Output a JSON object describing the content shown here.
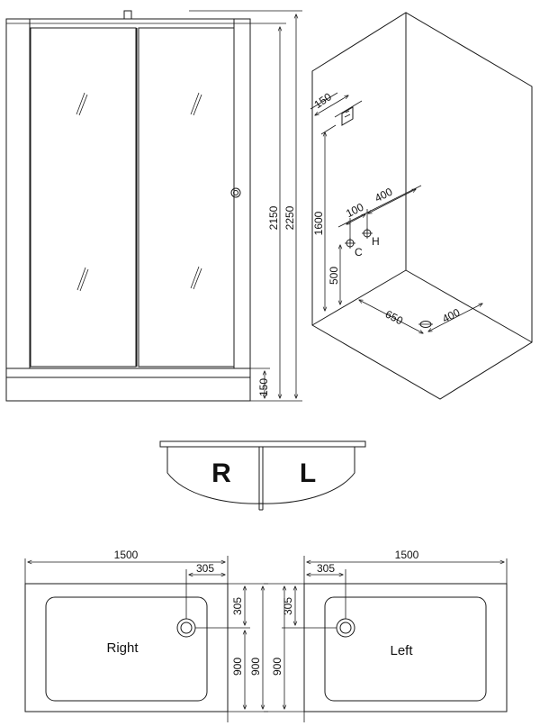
{
  "front_view": {
    "dim_door_height": "2150",
    "dim_total_height": "2250",
    "dim_tray_height": "150"
  },
  "iso_view": {
    "dim_panel_offset": "150",
    "dim_height_mixer": "1600",
    "dim_height_outlet": "500",
    "dim_spacing": "100",
    "dim_side_offset": "400",
    "label_cold": "C",
    "label_hot": "H",
    "dim_drain_depth": "650",
    "dim_drain_side": "400"
  },
  "orientation": {
    "right_letter": "R",
    "left_letter": "L"
  },
  "plan_right": {
    "dim_width": "1500",
    "dim_drain_x": "305",
    "dim_drain_y": "305",
    "dim_depth": "900",
    "label": "Right"
  },
  "plan_left": {
    "dim_width": "1500",
    "dim_drain_x": "305",
    "dim_drain_y": "305",
    "dim_depth": "900",
    "label": "Left"
  }
}
